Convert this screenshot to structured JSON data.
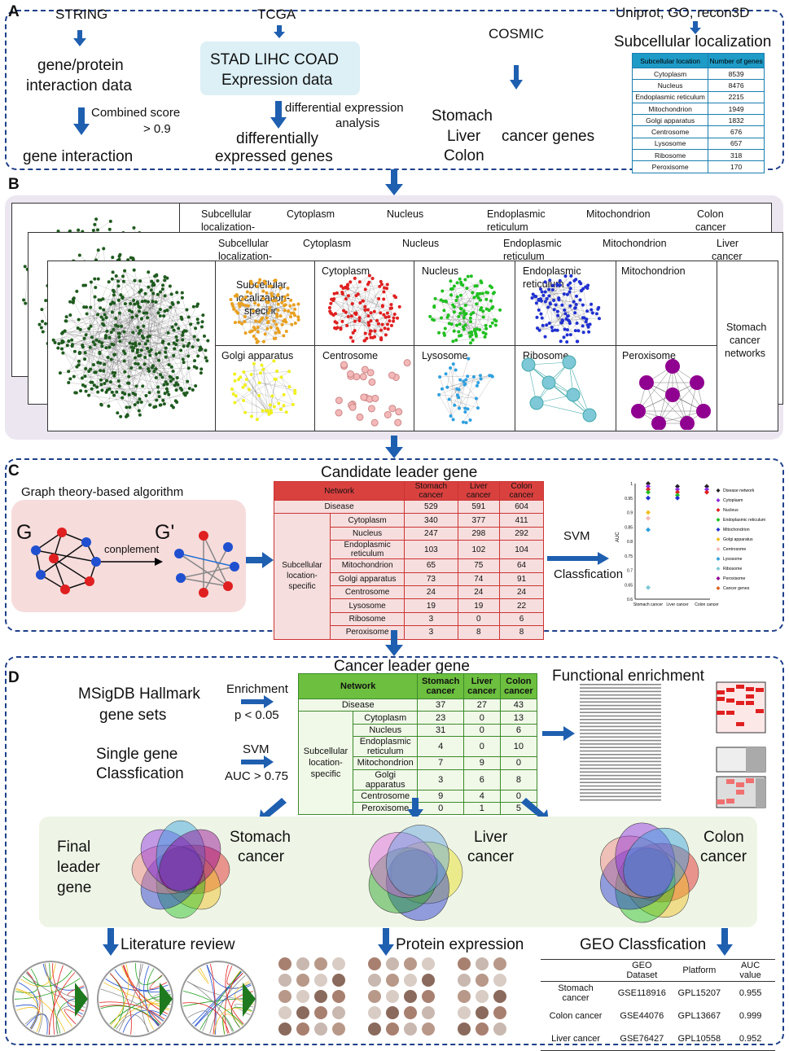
{
  "panelA": {
    "label": "A",
    "string": "STRING",
    "tcga": "TCGA",
    "cosmic": "COSMIC",
    "uniprot": "Uniprot, GO, recon3D",
    "subcellular_title": "Subcellular localization",
    "interaction_data": [
      "gene/protein",
      "interaction data"
    ],
    "combined_score": [
      "Combined score",
      "> 0.9"
    ],
    "gene_interaction": "gene interaction",
    "expression_box": [
      "STAD LIHC COAD",
      "Expression data"
    ],
    "diff_analysis": [
      "differential expression",
      "analysis"
    ],
    "diff_genes": [
      "differentially",
      "expressed genes"
    ],
    "cancers": [
      "Stomach",
      "Liver",
      "Colon"
    ],
    "cancer_genes": "cancer genes",
    "subcell_table": {
      "headers": [
        "Subcellular location",
        "Number of genes"
      ],
      "rows": [
        [
          "Cytoplasm",
          "8539"
        ],
        [
          "Nucleus",
          "8476"
        ],
        [
          "Endoplasmic reticulum",
          "2215"
        ],
        [
          "Mitochondrion",
          "1949"
        ],
        [
          "Golgi apparatus",
          "1832"
        ],
        [
          "Centrosome",
          "676"
        ],
        [
          "Lysosome",
          "657"
        ],
        [
          "Ribosome",
          "318"
        ],
        [
          "Peroxisome",
          "170"
        ]
      ]
    }
  },
  "panelB": {
    "label": "B",
    "back2": {
      "spec": [
        "Subcellular",
        "localization-"
      ],
      "cells": [
        "Cytoplasm",
        "Nucleus",
        "Endoplasmic",
        "reticulum",
        "Mitochondrion"
      ],
      "cancer": [
        "Colon",
        "cancer"
      ]
    },
    "back1": {
      "spec": [
        "Subcellular",
        "localization-"
      ],
      "cells": [
        "Cytoplasm",
        "Nucleus",
        "Endoplasmic",
        "reticulum",
        "Mitochondrion"
      ],
      "cancer": [
        "Liver",
        "cancer"
      ]
    },
    "front": {
      "spec": [
        "Subcellular",
        "localization-",
        "specific"
      ],
      "top": [
        "Cytoplasm",
        "Nucleus",
        "Endoplasmic",
        "reticulum",
        "Mitochondrion"
      ],
      "bottom": [
        "Golgi apparatus",
        "Centrosome",
        "Lysosome",
        "Ribosome",
        "Peroxisome"
      ],
      "cancer": [
        "Stomach",
        "cancer",
        "networks"
      ]
    },
    "colors": {
      "nucleus": "#e02020",
      "cytoplasm": "#e8a020",
      "er": "#20c020",
      "mito": "#2030d0",
      "golgi": "#f0f020",
      "centrosome": "#f4b8b8",
      "lysosome": "#30a0e0",
      "ribosome": "#7ec8d8",
      "peroxisome": "#900090",
      "disease": "#1f5a1f"
    }
  },
  "panelC": {
    "label": "C",
    "title": "Candidate leader gene",
    "algo": "Graph theory-based algorithm",
    "g": "G",
    "gprime": "G'",
    "complement": "conplement",
    "svm": "SVM",
    "classification": "Classfication",
    "table": {
      "headers": [
        "Network",
        "Stomach cancer",
        "Liver cancer",
        "Colon cancer"
      ],
      "disease": [
        "Disease",
        "529",
        "591",
        "604"
      ],
      "group": [
        "Subcellular",
        "location-",
        "specific"
      ],
      "rows": [
        [
          "Cytoplasm",
          "340",
          "377",
          "411"
        ],
        [
          "Nucleus",
          "247",
          "298",
          "292"
        ],
        [
          "Endoplasmic reticulum",
          "103",
          "102",
          "104"
        ],
        [
          "Mitochondrion",
          "65",
          "75",
          "64"
        ],
        [
          "Golgi apparatus",
          "73",
          "74",
          "91"
        ],
        [
          "Centrosome",
          "24",
          "24",
          "24"
        ],
        [
          "Lysosome",
          "19",
          "19",
          "22"
        ],
        [
          "Ribosome",
          "3",
          "0",
          "6"
        ],
        [
          "Peroxisome",
          "3",
          "8",
          "8"
        ]
      ]
    },
    "auc_chart": {
      "ylabel": "AUC",
      "yticks": [
        "1",
        "0.95",
        "0.9",
        "0.85",
        "0.8",
        "0.75",
        "0.7",
        "0.65",
        "0.6"
      ],
      "xticks": [
        "Stomach cancer",
        "Liver cancer",
        "Colon cancer"
      ],
      "legend": [
        "Disease network",
        "Cytoplasm",
        "Nucleus",
        "Endoplasmic reticulum",
        "Mitochondrion",
        "Golgi apparatus",
        "Centrosome",
        "Lysosome",
        "Ribosome",
        "Peroxisome",
        "Cancer genes"
      ],
      "legend_colors": [
        "#222222",
        "#8a2be2",
        "#e02020",
        "#20c020",
        "#2030d0",
        "#f0c020",
        "#f4b8b8",
        "#30a0e0",
        "#7ec8d8",
        "#900090",
        "#e06020"
      ]
    }
  },
  "panelD": {
    "label": "D",
    "title": "Cancer leader gene",
    "msigdb": [
      "MSigDB Hallmark",
      "gene sets"
    ],
    "enrichment": [
      "Enrichment",
      "p < 0.05"
    ],
    "single_gene": [
      "Single gene",
      "Classfication"
    ],
    "svm": [
      "SVM",
      "AUC > 0.75"
    ],
    "functional": "Functional enrichment",
    "table": {
      "headers": [
        "Network",
        "Stomach cancer",
        "Liver cancer",
        "Colon cancer"
      ],
      "disease": [
        "Disease",
        "37",
        "27",
        "43"
      ],
      "group": [
        "Subcellular",
        "location-",
        "specific"
      ],
      "rows": [
        [
          "Cytoplasm",
          "23",
          "0",
          "13"
        ],
        [
          "Nucleus",
          "31",
          "0",
          "6"
        ],
        [
          "Endoplasmic reticulum",
          "4",
          "0",
          "10"
        ],
        [
          "Mitochondrion",
          "7",
          "9",
          "0"
        ],
        [
          "Golgi apparatus",
          "3",
          "6",
          "8"
        ],
        [
          "Centrosome",
          "9",
          "4",
          "0"
        ],
        [
          "Peroxisome",
          "0",
          "1",
          "5"
        ]
      ]
    },
    "final": [
      "Final",
      "leader",
      "gene"
    ],
    "stomach": [
      "Stomach",
      "cancer"
    ],
    "liver": [
      "Liver",
      "cancer"
    ],
    "colon": [
      "Colon",
      "cancer"
    ],
    "literature": "Literature review",
    "protein": "Protein expression",
    "geo_title": "GEO Classfication",
    "geo": {
      "headers": [
        "",
        "GEO Dataset",
        "Platform",
        "AUC value"
      ],
      "rows": [
        [
          "Stomach cancer",
          "GSE118916",
          "GPL15207",
          "0.955"
        ],
        [
          "Colon cancer",
          "GSE44076",
          "GPL13667",
          "0.999"
        ],
        [
          "Liver cancer",
          "GSE76427",
          "GPL10558",
          "0.952"
        ]
      ]
    }
  }
}
